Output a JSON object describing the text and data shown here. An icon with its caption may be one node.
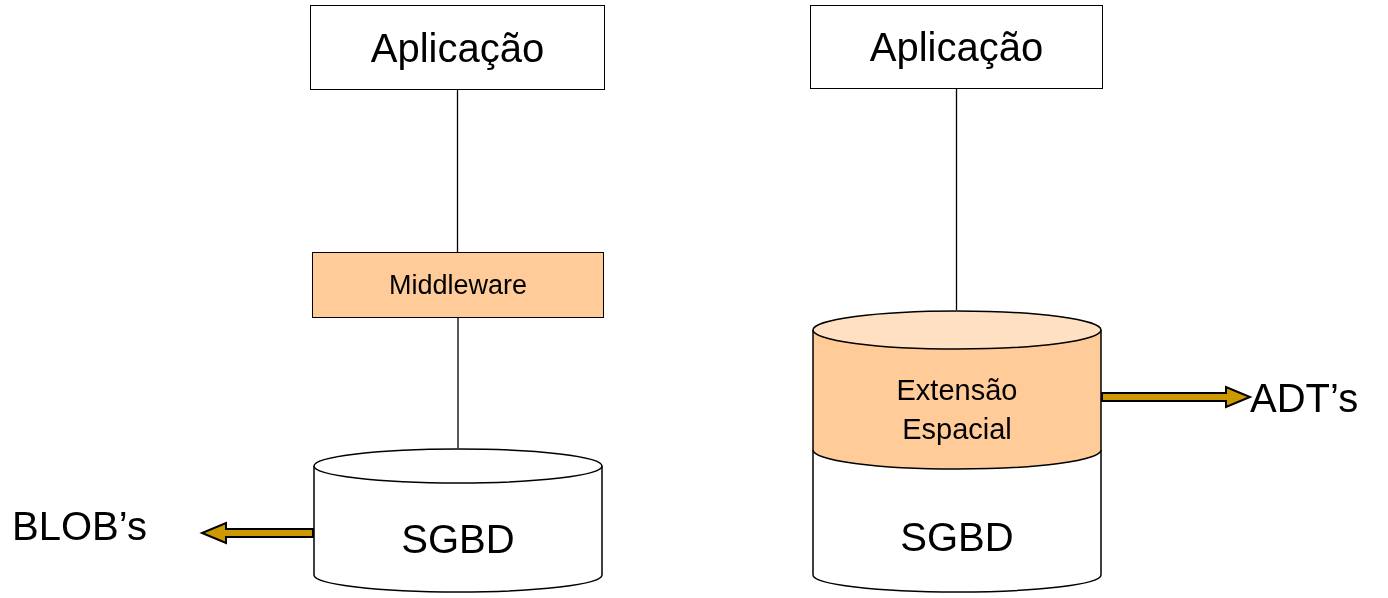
{
  "diagram": {
    "nodes": [
      {
        "text": [
          "Aplicação"
        ]
      },
      {
        "text": [
          "Middleware"
        ]
      },
      {
        "text": [
          "SGBD"
        ]
      },
      {
        "text": [
          "BLOB’s"
        ]
      },
      {
        "text": [
          "Aplicação"
        ]
      },
      {
        "text": [
          "Extensão Espacial"
        ]
      },
      {
        "text": [
          "SGBD"
        ]
      },
      {
        "text": [
          "ADT’s"
        ]
      }
    ],
    "edges": [
      {
        "from": 0,
        "to": 1,
        "arrow": "none"
      },
      {
        "from": 1,
        "to": 2,
        "arrow": "none"
      },
      {
        "from": 2,
        "to": 3,
        "arrow": "to",
        "style": "thick",
        "color": "#cc9900"
      },
      {
        "from": 4,
        "to": 5,
        "arrow": "none"
      },
      {
        "from": 5,
        "to": 7,
        "arrow": "to",
        "style": "thick",
        "color": "#cc9900"
      }
    ]
  }
}
